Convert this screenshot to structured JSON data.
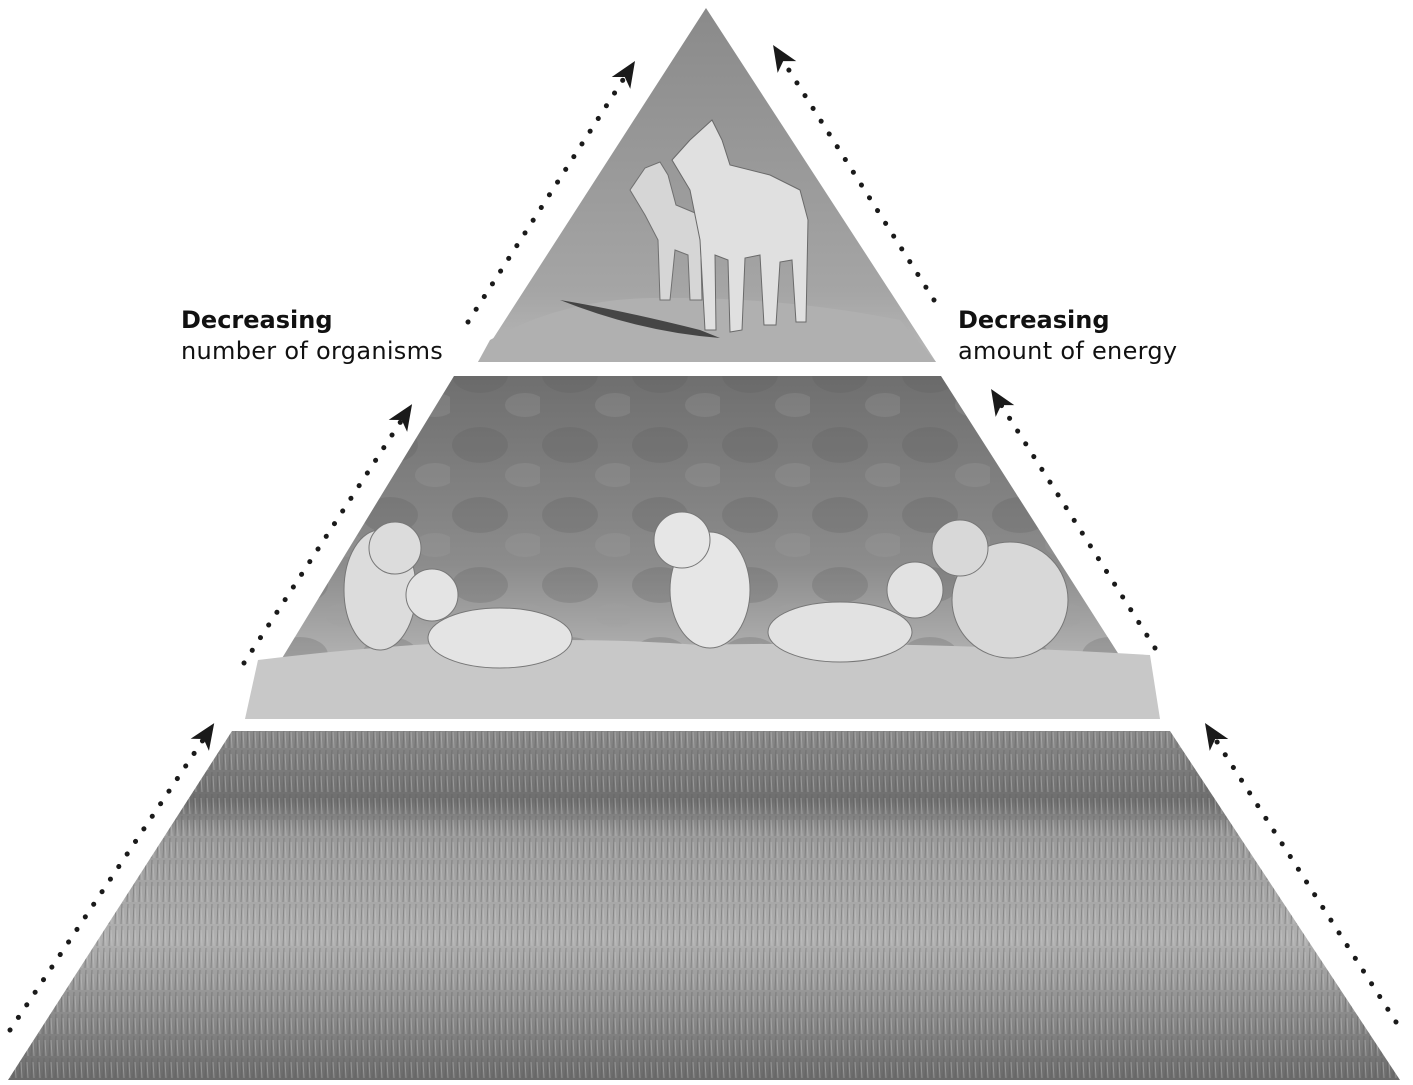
{
  "left_label": {
    "bold": "Decreasing",
    "text": "number of organisms"
  },
  "right_label": {
    "bold": "Decreasing",
    "text": "amount of energy"
  },
  "levels": [
    {
      "name": "top",
      "depicts": "wolves"
    },
    {
      "name": "middle",
      "depicts": "prairie dogs"
    },
    {
      "name": "bottom",
      "depicts": "prairie grass"
    }
  ],
  "colors": {
    "text": "#111111",
    "arrow": "#1a1a1a",
    "background": "#ffffff"
  }
}
